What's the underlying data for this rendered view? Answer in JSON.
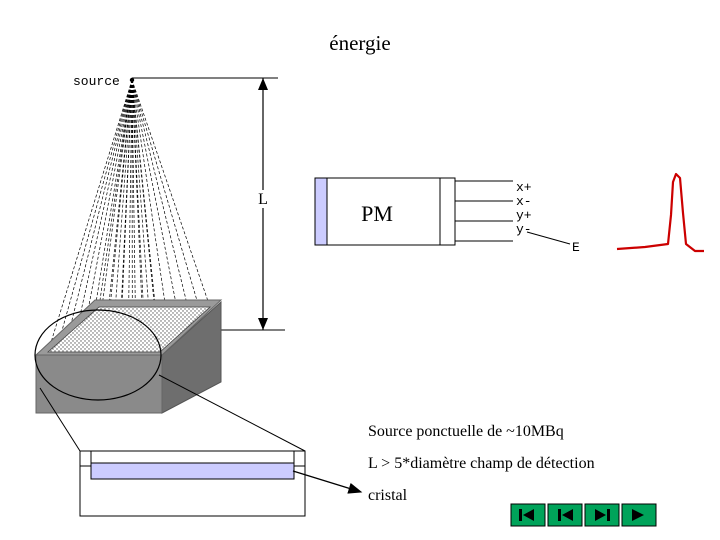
{
  "title": "énergie",
  "labels": {
    "source": "source",
    "distance": "L",
    "photomultiplier": "PM",
    "energy": "E"
  },
  "outputs": [
    "x+",
    "x-",
    "y+",
    "y-"
  ],
  "notes": {
    "activity": "Source ponctuelle de ~10MBq",
    "condition": "L > 5*diamètre champ de détection",
    "crystal": "cristal"
  },
  "navigation": [
    "first",
    "previous",
    "next",
    "last"
  ],
  "colors": {
    "crystal_fill": "#ccccff",
    "block_grey": "#7f7f7f",
    "spectrum_peak": "#cc0000",
    "nav_button": "#00a35a"
  }
}
